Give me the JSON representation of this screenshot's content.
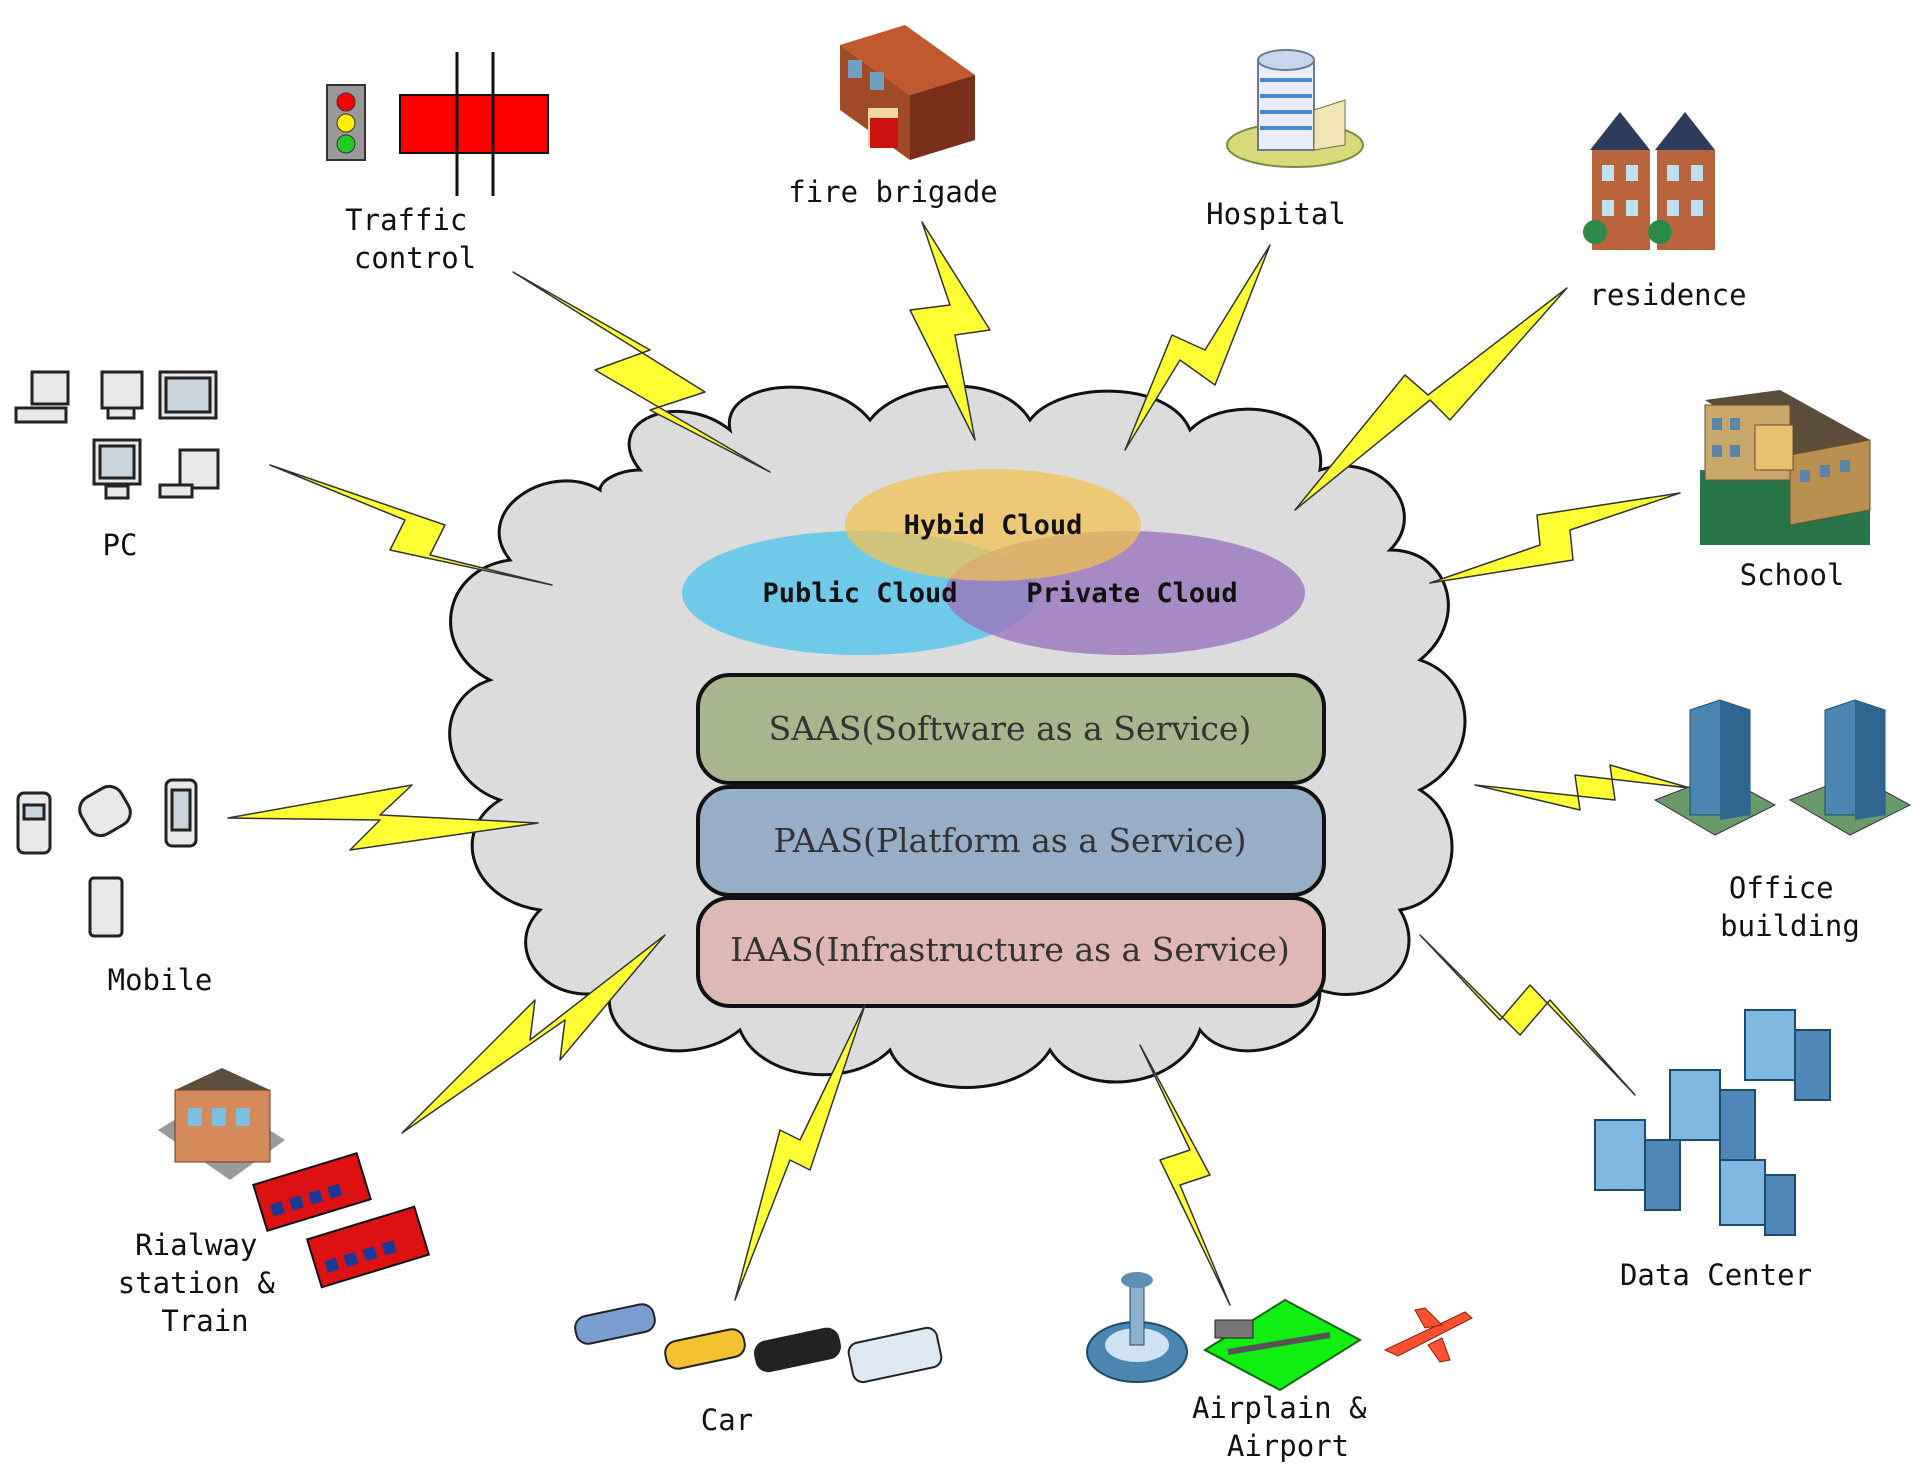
{
  "venn": {
    "hybrid": "Hybid Cloud",
    "public": "Public Cloud",
    "private": "Private Cloud"
  },
  "layers": {
    "saas": "SAAS(Software as a Service)",
    "paas": "PAAS(Platform as a Service)",
    "iaas": "IAAS(Infrastructure as a Service)"
  },
  "nodes": {
    "traffic": [
      "Traffic",
      "control"
    ],
    "fire": [
      "fire brigade"
    ],
    "hospital": [
      "Hospital"
    ],
    "residence": [
      "residence"
    ],
    "pc": [
      "PC"
    ],
    "school": [
      "School"
    ],
    "mobile": [
      "Mobile"
    ],
    "office": [
      "Office",
      "building"
    ],
    "railway": [
      "Rialway",
      "station &",
      "Train"
    ],
    "datacenter": [
      "Data Center"
    ],
    "car": [
      "Car"
    ],
    "airport": [
      "Airplain &",
      "Airport"
    ]
  },
  "colors": {
    "cloud": "#dcdcdc",
    "bolt": "#ffff33",
    "saas": "#a8b68d",
    "paas": "#97afc6",
    "iaas": "#ddb8b5",
    "public": "#4fc0e8",
    "private": "#9b78bd",
    "hybrid": "#f2c85e"
  }
}
